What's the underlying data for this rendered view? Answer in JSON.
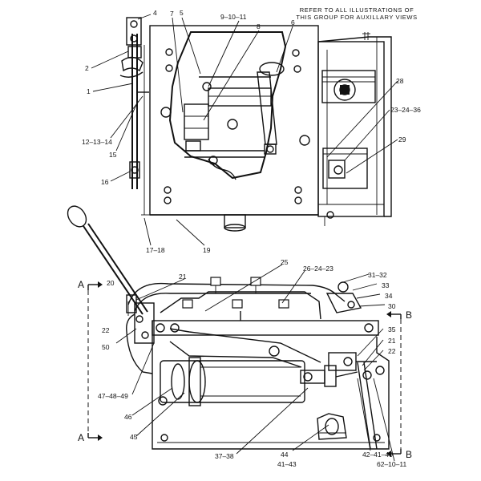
{
  "note": {
    "line1": "REFER TO ALL ILLUSTRATIONS OF",
    "line2": "THIS GROUP FOR AUXILLARY VIEWS"
  },
  "section_markers": {
    "left_top": "A",
    "left_bottom": "A",
    "right_top": "B",
    "right_bottom": "B"
  },
  "callouts": {
    "c4": "4",
    "c5": "5",
    "c9_10_11": "9–10–11",
    "c8": "8",
    "c7": "7",
    "c6": "6",
    "c2": "2",
    "c1": "1",
    "c12_13_14": "12–13–14",
    "c15": "15",
    "c16": "16",
    "c17_18": "17–18",
    "c19": "19",
    "c28": "28",
    "c23_24_36": "23–24–36",
    "c29": "29",
    "c20": "20",
    "c21a": "21",
    "c25": "25",
    "c26_24_23": "26–24–23",
    "c31_32": "31–32",
    "c33": "33",
    "c34": "34",
    "c30": "30",
    "c22a": "22",
    "c50": "50",
    "c35": "35",
    "c21b": "21",
    "c22b": "22",
    "c47_48_49": "47–48–49",
    "c46": "46",
    "c45": "45",
    "c37_38": "37–38",
    "c44": "44",
    "c41_43": "41–43",
    "c42_41_40": "42–41–40",
    "c62_10_11": "62–10–11"
  },
  "colors": {
    "ink": "#111111",
    "paper": "#ffffff"
  }
}
